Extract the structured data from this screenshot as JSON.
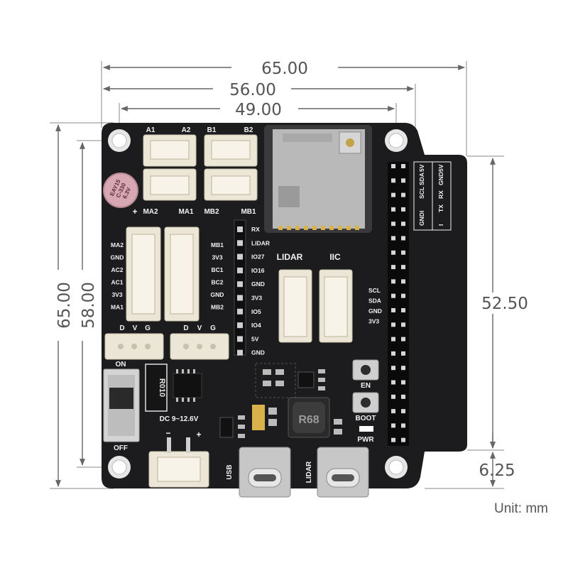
{
  "dimensions": {
    "width_overall": "65.00",
    "width_holes": "56.00",
    "width_inner": "49.00",
    "height_overall": "65.00",
    "height_holes": "58.00",
    "header_length": "52.50",
    "header_offset": "6.25"
  },
  "unit_label": "Unit: mm",
  "board": {
    "motor_ports_top": [
      "A1",
      "A2",
      "B1",
      "B2"
    ],
    "motor_ports_bottom": [
      "MA2",
      "MA1",
      "MB2",
      "MB1"
    ],
    "left_connector_pins": [
      "MA2",
      "GND",
      "AC2",
      "AC1",
      "3V3",
      "MA1"
    ],
    "right_connector_pins": [
      "MB1",
      "3V3",
      "BC1",
      "BC2",
      "GND",
      "MB2"
    ],
    "gpio_labels": [
      "RX",
      "LIDAR",
      "IO27",
      "IO16",
      "GND",
      "3V3",
      "IO5",
      "IO4",
      "5V",
      "GND"
    ],
    "lidar_label": "LIDAR",
    "iic_label": "IIC",
    "iic_pins": [
      "SCL",
      "SDA",
      "GND",
      "3V3"
    ],
    "servo_labels_left": [
      "D",
      "V",
      "G"
    ],
    "servo_labels_right": [
      "D",
      "V",
      "G"
    ],
    "switch_on": "ON",
    "switch_off": "OFF",
    "resistor_mark": "R010",
    "inductor_mark": "R68",
    "power_label": "DC 9~12.6V",
    "plus_sign": "+",
    "minus_sign": "−",
    "cap_text": [
      "EAY15",
      "C-330",
      "6.3V"
    ],
    "cap_plus": "+",
    "en_label": "EN",
    "boot_label": "BOOT",
    "pwr_label": "PWR",
    "usb_label": "USB",
    "usb_lidar_label": "LIDAR",
    "uart_table": {
      "row1": [
        "GND",
        "I",
        "SCL",
        "SDA",
        "5V"
      ],
      "row2": [
        "I",
        "TX",
        "RX",
        "GND",
        "5V"
      ]
    }
  }
}
